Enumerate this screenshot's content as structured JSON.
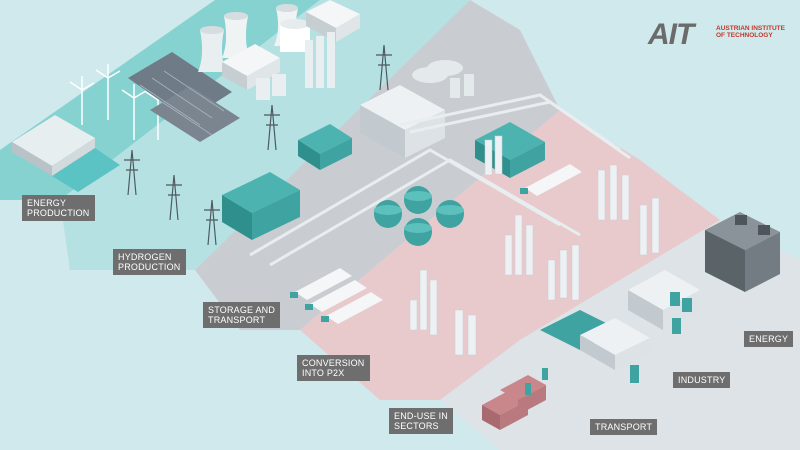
{
  "logo": {
    "mark": "AIT",
    "name": "AUSTRIAN INSTITUTE\nOF TECHNOLOGY"
  },
  "stages": [
    {
      "id": "energy-production",
      "label": "ENERGY\nPRODUCTION"
    },
    {
      "id": "hydrogen-production",
      "label": "HYDROGEN\nPRODUCTION"
    },
    {
      "id": "storage-and-transport",
      "label": "STORAGE AND\nTRANSPORT"
    },
    {
      "id": "conversion-into-p2x",
      "label": "CONVERSION\nINTO P2X"
    },
    {
      "id": "end-use-in-sectors",
      "label": "END-USE IN\nSECTORS"
    }
  ],
  "sectors": [
    {
      "id": "energy",
      "label": "ENERGY"
    },
    {
      "id": "industry",
      "label": "INDUSTRY"
    },
    {
      "id": "transport",
      "label": "TRANSPORT"
    }
  ],
  "colors": {
    "background": "#cfe9ec",
    "band_energy": "#7fcfcf",
    "band_hydrogen": "#b0dfe1",
    "band_storage": "#c7ccd0",
    "band_conversion": "#e7c9cc",
    "band_enduse": "#dfe4e8",
    "teal": "#3fa9a6",
    "label_bg": "#6e6e6e",
    "logo_red": "#c0392b"
  }
}
